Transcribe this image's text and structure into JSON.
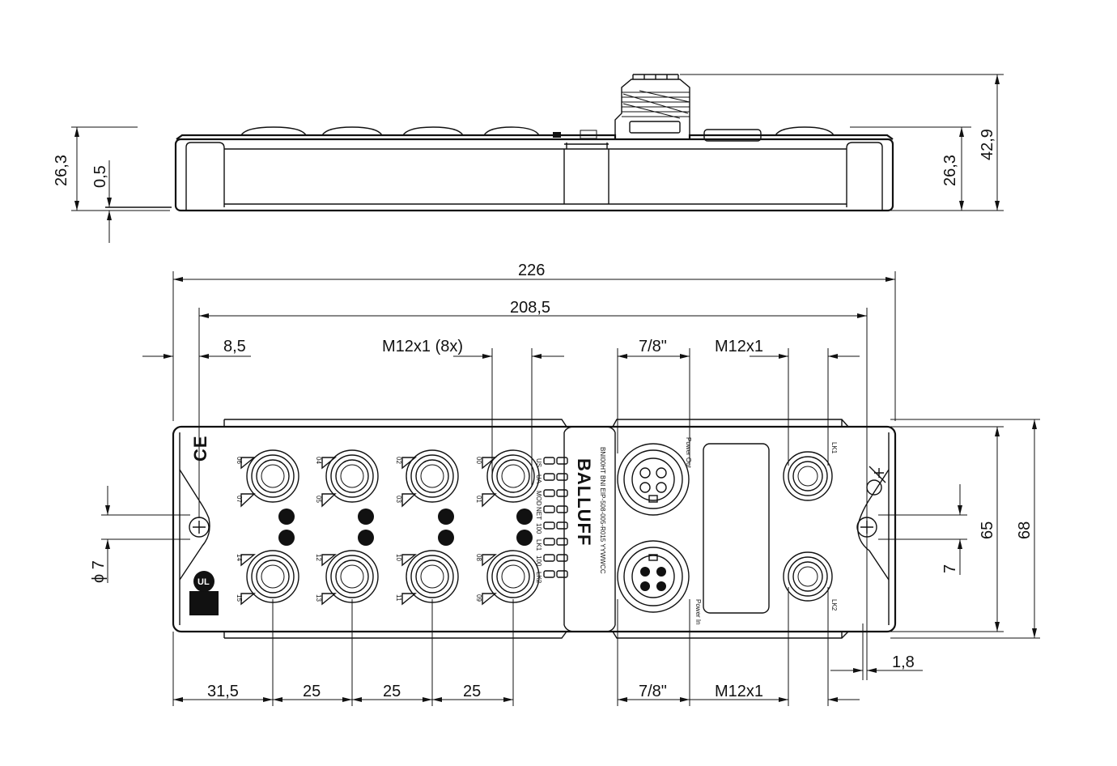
{
  "dimensions": {
    "top_height_left": "26,3",
    "top_base_gap": "0,5",
    "top_height_right": "26,3",
    "top_total_height": "42,9",
    "overall_length": "226",
    "hole_spacing": "208,5",
    "hole_offset": "8,5",
    "m12_ports_label": "M12x1 (8x)",
    "power_out_label": "7/8\"",
    "lk_top_label": "M12x1",
    "power_in_label": "7/8\"",
    "lk_bottom_label": "M12x1",
    "port_first": "31,5",
    "port_pitch_1": "25",
    "port_pitch_2": "25",
    "port_pitch_3": "25",
    "hole_diameter": "ϕ 7",
    "width_inner": "65",
    "width_outer": "68",
    "slot_height": "7",
    "edge_offset": "1,8"
  },
  "device": {
    "brand": "BALLUFF",
    "model_line": "BNI00HT  BNI EIP-508-005-R015  YYWWCC",
    "led_labels": [
      "US",
      "UA",
      "MOD",
      "NET",
      "100",
      "LK1",
      "100",
      "LK2"
    ],
    "power_out": "Power Out",
    "power_in": "Power In",
    "lk1": "LK1",
    "lk2": "LK2",
    "port_numbers_top": [
      "06",
      "07",
      "04",
      "05",
      "02",
      "03",
      "00",
      "01"
    ],
    "port_numbers_bottom": [
      "14",
      "15",
      "12",
      "13",
      "10",
      "11",
      "08",
      "09"
    ],
    "ce_mark": "CE",
    "ul_mark": "UL"
  }
}
